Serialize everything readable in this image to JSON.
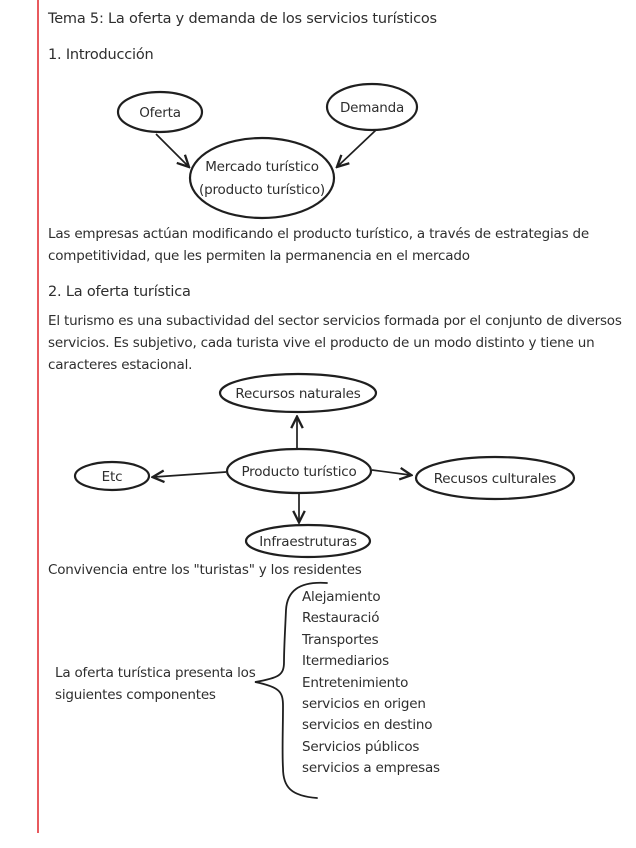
{
  "colors": {
    "margin_line": "#e85a5e",
    "ink": "#2e2e2e"
  },
  "document": {
    "title": "Tema 5: La oferta y demanda de los servicios turísticos",
    "intro": {
      "heading": "1. Introducción",
      "diagram": {
        "oferta": "Oferta",
        "demanda": "Demanda",
        "mercado_line1": "Mercado turístico",
        "mercado_line2": "(producto turístico)"
      },
      "paragraph_lines": [
        "Las empresas actúan modificando el producto turístico, a través de estrategias de",
        "competitividad, que les permiten la permanencia en el mercado"
      ]
    },
    "oferta_section": {
      "heading": "2. La oferta turística",
      "paragraph_lines": [
        "El turismo es una subactividad del sector servicios formada por el conjunto de diversos",
        "servicios. Es subjetivo, cada turista vive el producto de un modo distinto y tiene un",
        "caracteres estacional."
      ],
      "diagram": {
        "top": "Recursos naturales",
        "center": "Producto turístico",
        "left": "Etc",
        "right": "Recusos culturales",
        "bottom": "Infraestruturas"
      },
      "note": "Convivencia entre los \"turistas\" y los residentes",
      "components_intro_lines": [
        "La oferta turística presenta los",
        "siguientes componentes"
      ],
      "components": [
        "Alejamiento",
        "Restauració",
        "Transportes",
        "Itermediarios",
        "Entretenimiento",
        "servicios en origen",
        "servicios en destino",
        "Servicios públicos",
        "servicios a empresas"
      ]
    }
  }
}
